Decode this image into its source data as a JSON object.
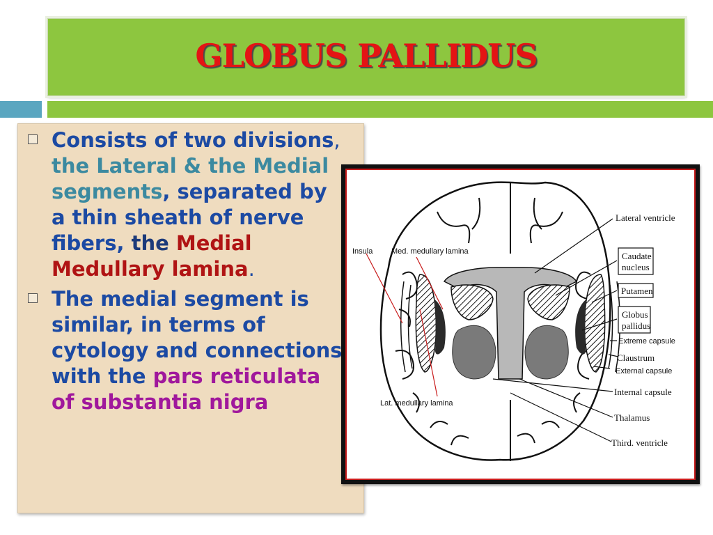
{
  "title": "GLOBUS PALLIDUS",
  "bullets": [
    {
      "parts": [
        {
          "text": "Consists of two divisions",
          "style": "blue"
        },
        {
          "text": ", ",
          "style": "plain"
        },
        {
          "text": "the Lateral & the Medial segments",
          "style": "teal"
        },
        {
          "text": ", separated by a thin sheath of nerve fibers, ",
          "style": "blue"
        },
        {
          "text": "the ",
          "style": "blue"
        },
        {
          "text": "Medial Medullary lamina",
          "style": "darkred"
        },
        {
          "text": ".",
          "style": "plain"
        }
      ]
    },
    {
      "parts": [
        {
          "text": "The medial segment is similar, in terms of cytology and connections with the ",
          "style": "blue"
        },
        {
          "text": "pars reticulata of substantia nigra",
          "style": "magenta"
        }
      ]
    }
  ],
  "diagram": {
    "labels": {
      "lateral_ventricle": "Lateral ventricle",
      "insula": "Insula",
      "med_medullary_lamina": "Med. medullary lamina",
      "caudate_nucleus_1": "Caudate",
      "caudate_nucleus_2": "nucleus",
      "putamen": "Putamen",
      "globus_pallidus_1": "Globus",
      "globus_pallidus_2": "pallidus",
      "extreme_capsule": "Extreme capsule",
      "claustrum": "Claustrum",
      "external_capsule": "External capsule",
      "internal_capsule": "Internal capsule",
      "thalamus": "Thalamus",
      "third_ventricle": "Third. ventricle",
      "lat_medullary_lamina": "Lat. medullary lamina"
    }
  },
  "colors": {
    "banner": "#8dc63f",
    "title": "#e41414",
    "stripe_left": "#5aa6c0",
    "panel": "#efdcbf",
    "text_blue": "#1c4aa3",
    "text_teal": "#3c8aa0",
    "text_darkred": "#b01414",
    "text_magenta": "#a0189c"
  }
}
